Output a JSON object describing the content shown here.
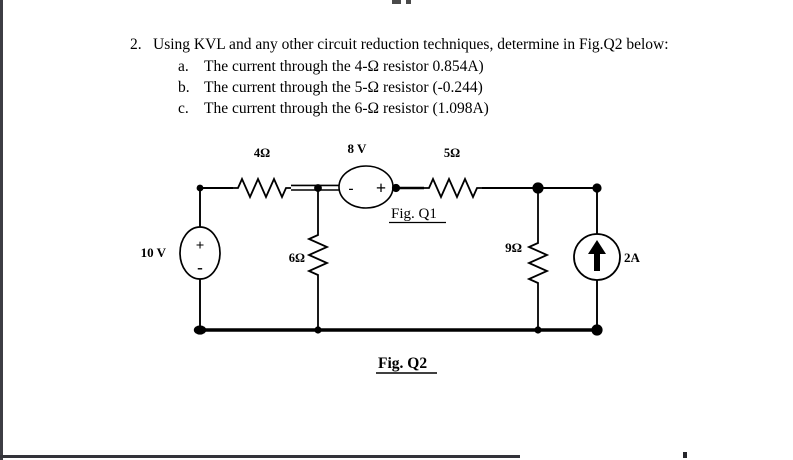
{
  "page": {
    "background": "#ffffff",
    "ink": "#000000",
    "border_color": "#3d3d44"
  },
  "problem": {
    "number": "2.",
    "prompt": "Using KVL and any other circuit reduction techniques, determine in Fig.Q2 below:",
    "items": [
      {
        "marker": "a.",
        "text": "The current through the 4-Ω resistor 0.854A)"
      },
      {
        "marker": "b.",
        "text": "The current through the 5-Ω resistor (-0.244)"
      },
      {
        "marker": "c.",
        "text": "The current through the 6-Ω resistor (1.098A)"
      }
    ]
  },
  "circuit": {
    "labels": {
      "r4": "4Ω",
      "v8": "8 V",
      "r5": "5Ω",
      "v10": "10 V",
      "r6": "6Ω",
      "r9": "9Ω",
      "i2": "2A",
      "fig_q1": "Fig. Q1",
      "fig_q2": "Fig. Q2",
      "v8_plus": "+",
      "v8_minus": "-",
      "v10_plus": "+",
      "v10_minus": "-"
    }
  }
}
